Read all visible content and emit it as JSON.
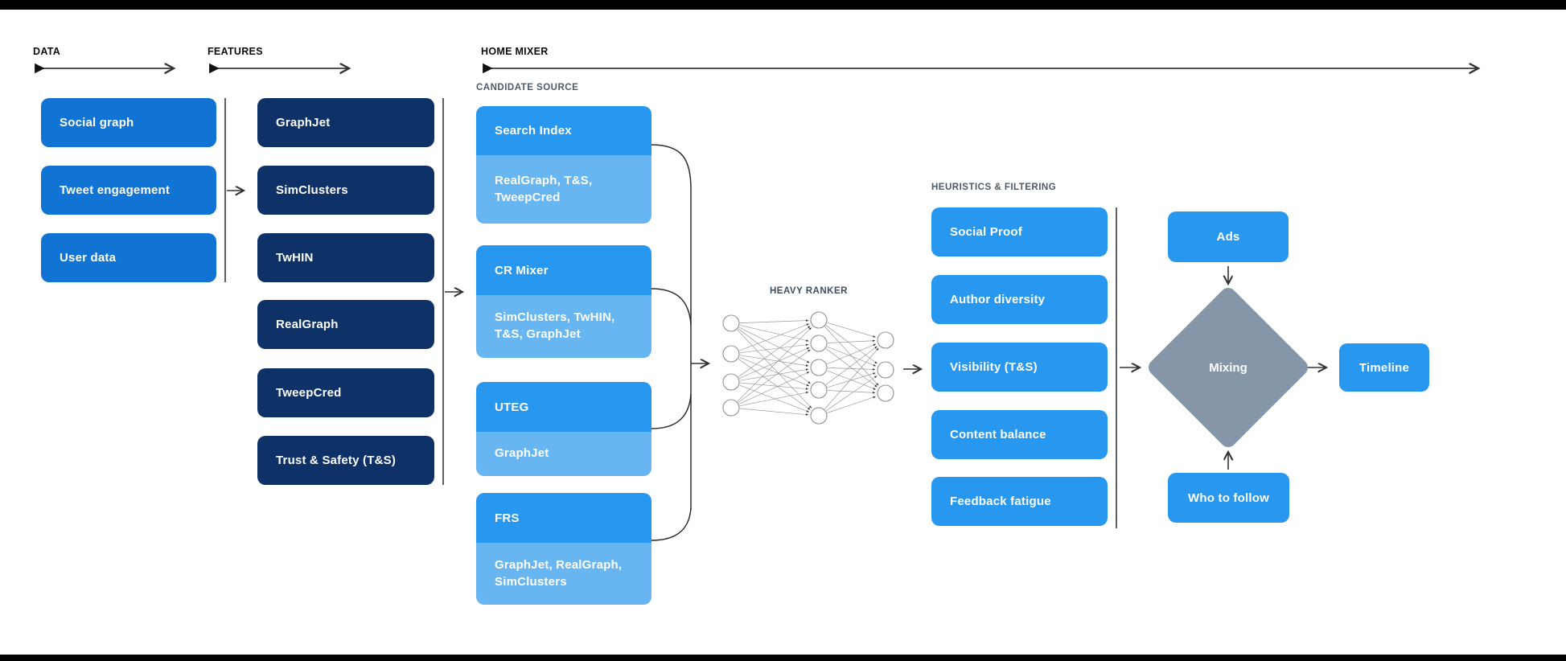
{
  "sections": {
    "data": {
      "label": "DATA",
      "items": [
        {
          "label": "Social graph"
        },
        {
          "label": "Tweet engagement"
        },
        {
          "label": "User data"
        }
      ]
    },
    "features": {
      "label": "FEATURES",
      "items": [
        {
          "label": "GraphJet"
        },
        {
          "label": "SimClusters"
        },
        {
          "label": "TwHIN"
        },
        {
          "label": "RealGraph"
        },
        {
          "label": "TweepCred"
        },
        {
          "label": "Trust & Safety (T&S)"
        }
      ]
    },
    "home_mixer": {
      "label": "HOME MIXER",
      "candidate_source": {
        "label": "CANDIDATE SOURCE",
        "items": [
          {
            "title": "Search Index",
            "sources": "RealGraph, T&S, TweepCred"
          },
          {
            "title": "CR Mixer",
            "sources": "SimClusters, TwHIN, T&S, GraphJet"
          },
          {
            "title": "UTEG",
            "sources": "GraphJet"
          },
          {
            "title": "FRS",
            "sources": "GraphJet, RealGraph, SimClusters"
          }
        ]
      },
      "heavy_ranker": {
        "label": "HEAVY RANKER"
      },
      "heuristics": {
        "label": "HEURISTICS & FILTERING",
        "items": [
          {
            "label": "Social Proof"
          },
          {
            "label": "Author diversity"
          },
          {
            "label": "Visibility (T&S)"
          },
          {
            "label": "Content balance"
          },
          {
            "label": "Feedback fatigue"
          }
        ]
      },
      "mixing": {
        "label": "Mixing"
      },
      "ads": {
        "label": "Ads"
      },
      "who_to_follow": {
        "label": "Who to follow"
      },
      "timeline": {
        "label": "Timeline"
      }
    }
  },
  "colors": {
    "data_box": "#1173d4",
    "feature_box": "#0e3168",
    "candidate_header": "#2797f0",
    "candidate_sub": "#68b6f1",
    "filter_box": "#2797f0",
    "mixing_diamond": "#8496a7",
    "muted_label": "#4d5a6b"
  }
}
